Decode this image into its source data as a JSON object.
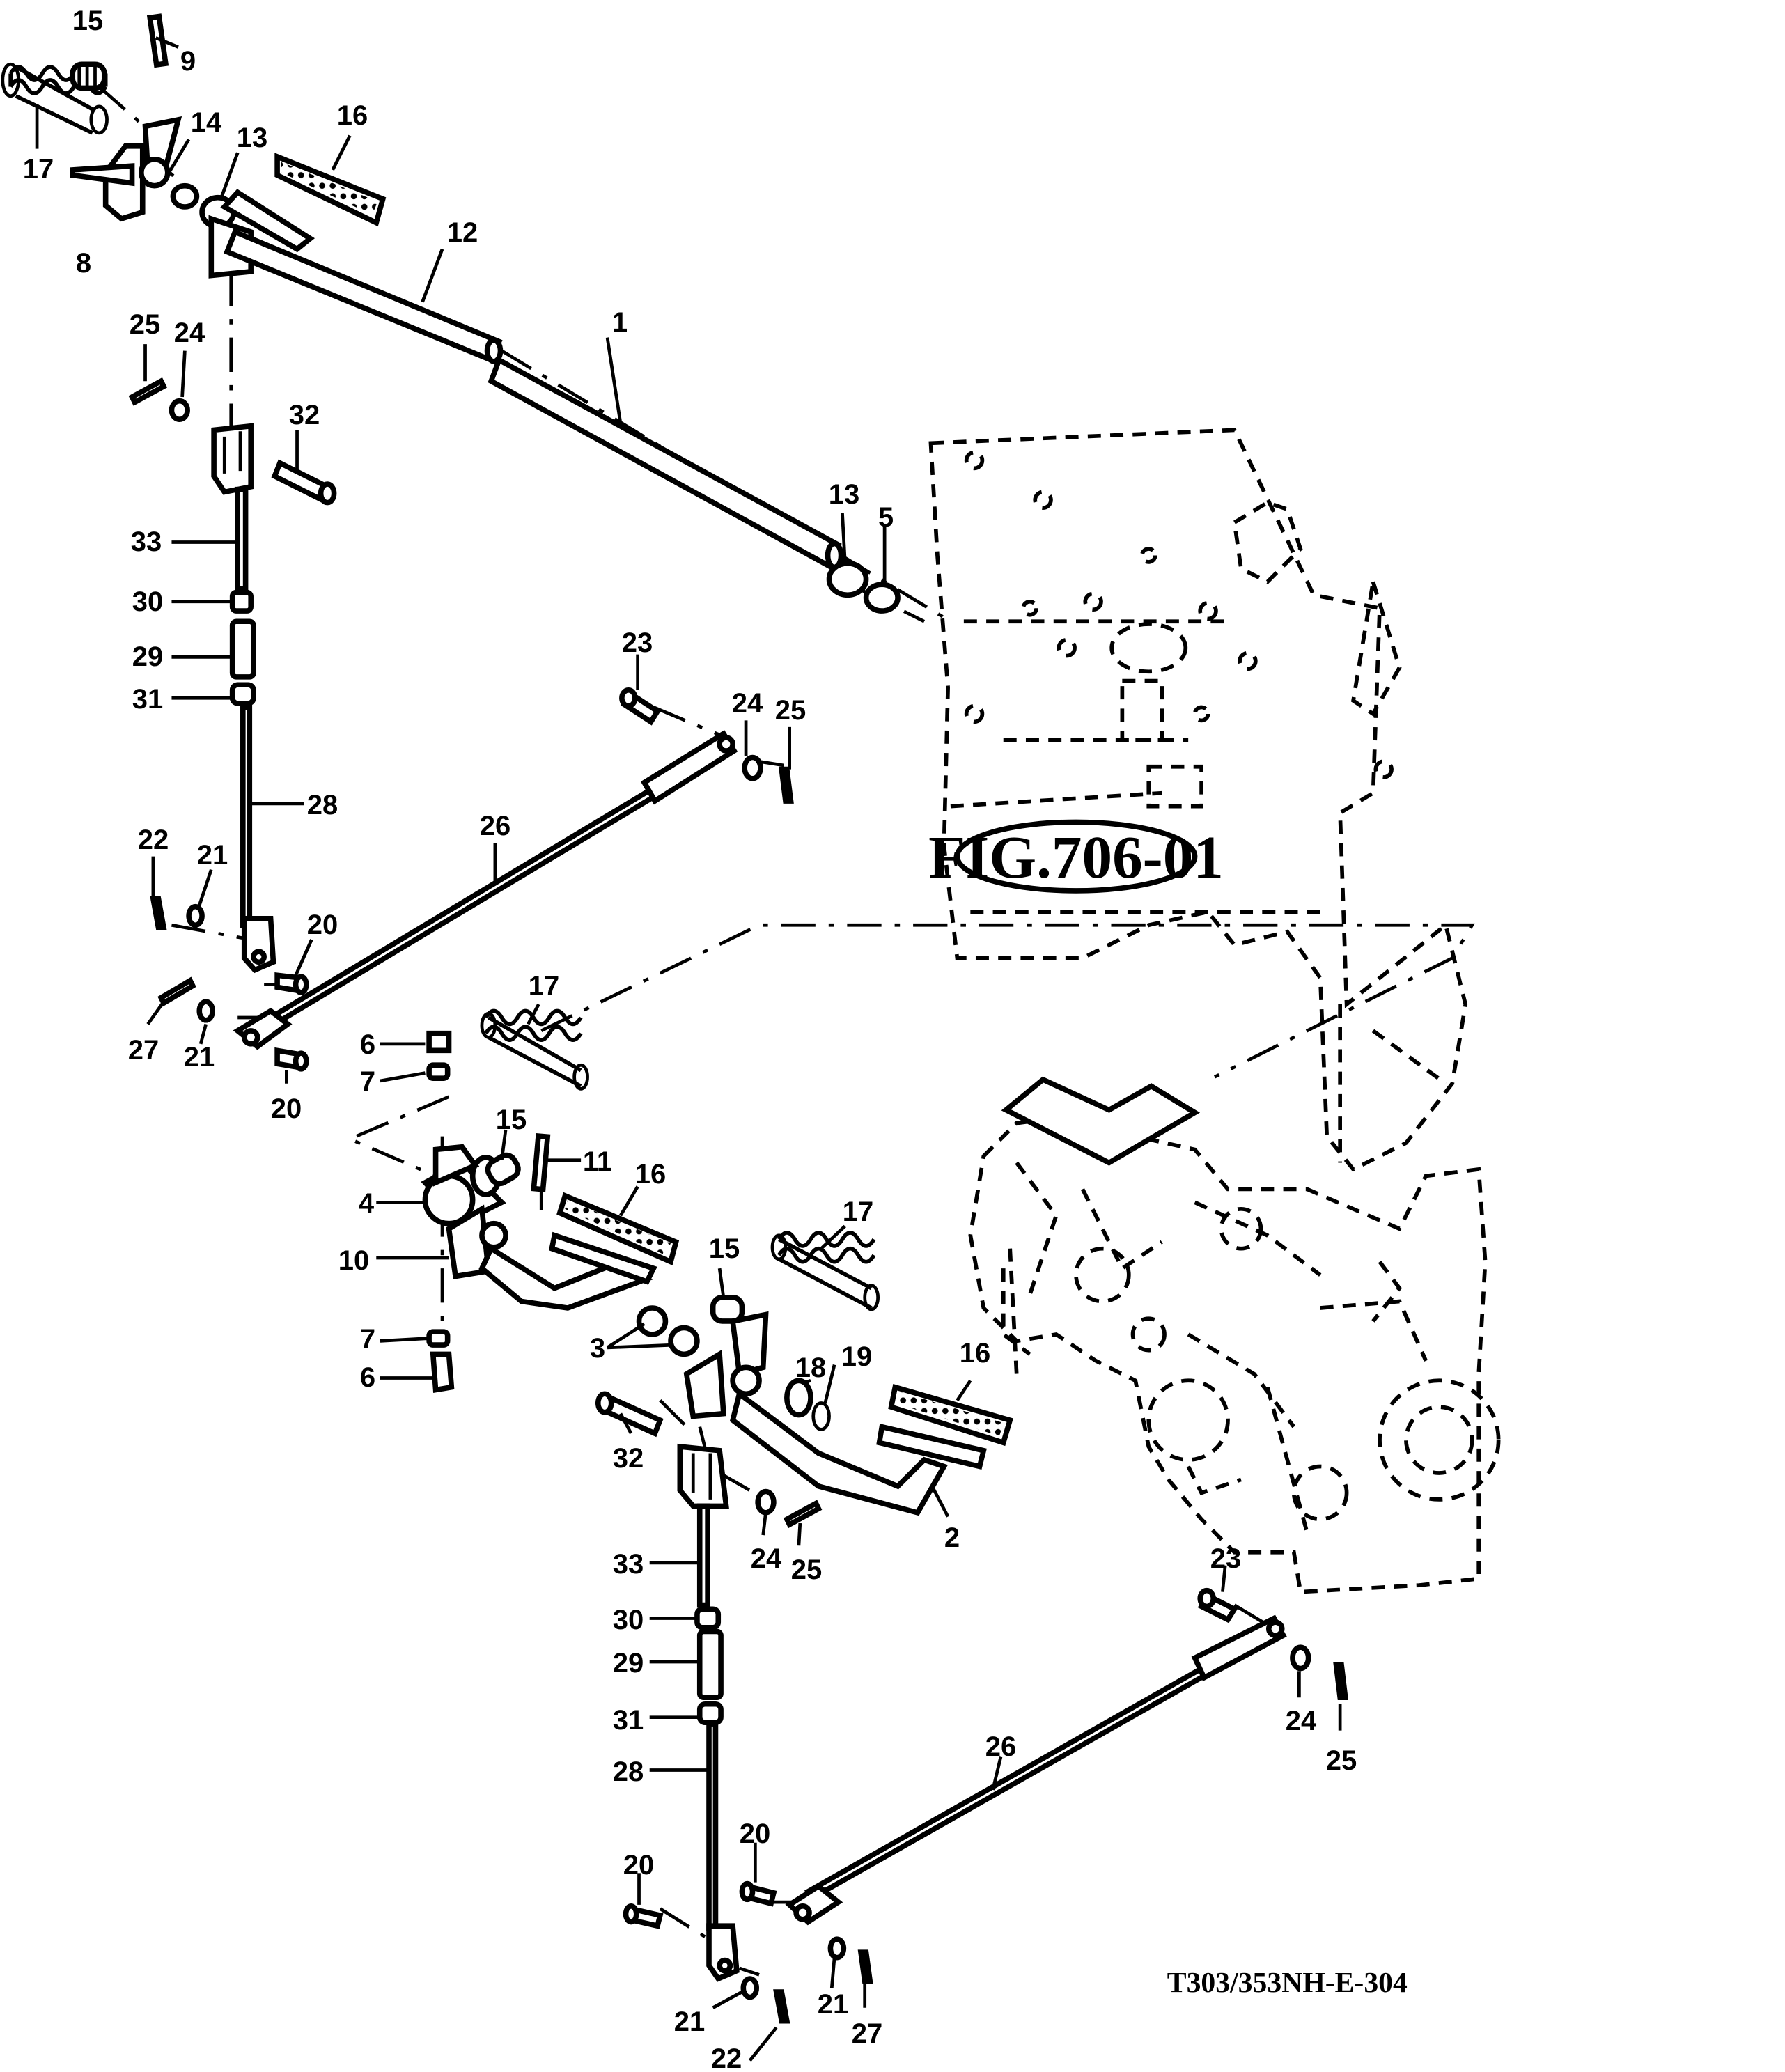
{
  "figure_reference": "FIG.706-01",
  "drawing_number": "T303/353NH-E-304",
  "callouts": [
    {
      "text": "15"
    },
    {
      "text": "9"
    },
    {
      "text": "17"
    },
    {
      "text": "14"
    },
    {
      "text": "13"
    },
    {
      "text": "16"
    },
    {
      "text": "8"
    },
    {
      "text": "12"
    },
    {
      "text": "1"
    },
    {
      "text": "25"
    },
    {
      "text": "24"
    },
    {
      "text": "32"
    },
    {
      "text": "33"
    },
    {
      "text": "13"
    },
    {
      "text": "5"
    },
    {
      "text": "30"
    },
    {
      "text": "29"
    },
    {
      "text": "31"
    },
    {
      "text": "23"
    },
    {
      "text": "24"
    },
    {
      "text": "25"
    },
    {
      "text": "28"
    },
    {
      "text": "26"
    },
    {
      "text": "22"
    },
    {
      "text": "21"
    },
    {
      "text": "20"
    },
    {
      "text": "27"
    },
    {
      "text": "21"
    },
    {
      "text": "20"
    },
    {
      "text": "17"
    },
    {
      "text": "6"
    },
    {
      "text": "7"
    },
    {
      "text": "15"
    },
    {
      "text": "11"
    },
    {
      "text": "16"
    },
    {
      "text": "4"
    },
    {
      "text": "10"
    },
    {
      "text": "17"
    },
    {
      "text": "15"
    },
    {
      "text": "7"
    },
    {
      "text": "3"
    },
    {
      "text": "18"
    },
    {
      "text": "19"
    },
    {
      "text": "16"
    },
    {
      "text": "6"
    },
    {
      "text": "32"
    },
    {
      "text": "2"
    },
    {
      "text": "24"
    },
    {
      "text": "25"
    },
    {
      "text": "33"
    },
    {
      "text": "23"
    },
    {
      "text": "30"
    },
    {
      "text": "29"
    },
    {
      "text": "24"
    },
    {
      "text": "31"
    },
    {
      "text": "25"
    },
    {
      "text": "26"
    },
    {
      "text": "28"
    },
    {
      "text": "20"
    },
    {
      "text": "20"
    },
    {
      "text": "21"
    },
    {
      "text": "21"
    },
    {
      "text": "27"
    },
    {
      "text": "22"
    }
  ]
}
